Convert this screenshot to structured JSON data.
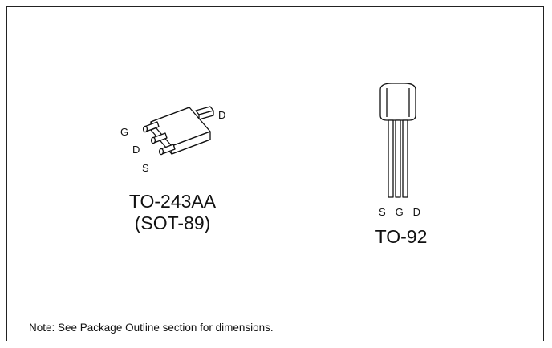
{
  "packages": [
    {
      "name_line1": "TO-243AA",
      "name_line2": "(SOT-89)",
      "pins": {
        "g": "G",
        "d_left": "D",
        "s": "S",
        "d_tab": "D"
      }
    },
    {
      "name_line1": "TO-92",
      "pins": [
        "S",
        "G",
        "D"
      ]
    }
  ],
  "note": "Note:  See Package Outline section for dimensions.",
  "colors": {
    "line": "#111111",
    "background": "#ffffff"
  }
}
